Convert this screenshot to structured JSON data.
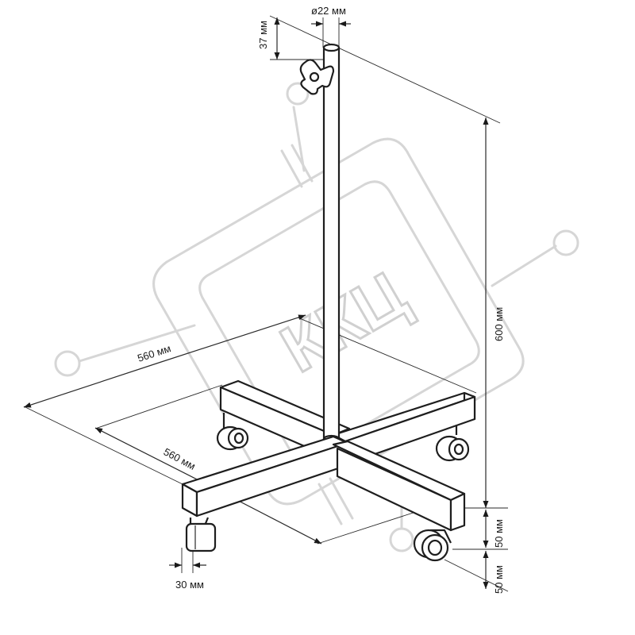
{
  "dimensions": {
    "pole_diameter": "ø22 мм",
    "top_offset": "37 мм",
    "height": "600 мм",
    "base_width": "560 мм",
    "base_depth": "560 мм",
    "leg_height": "50 мм",
    "wheel_height": "50 мм",
    "leg_width": "30 мм"
  },
  "watermark": {
    "text": "ККЦ"
  }
}
